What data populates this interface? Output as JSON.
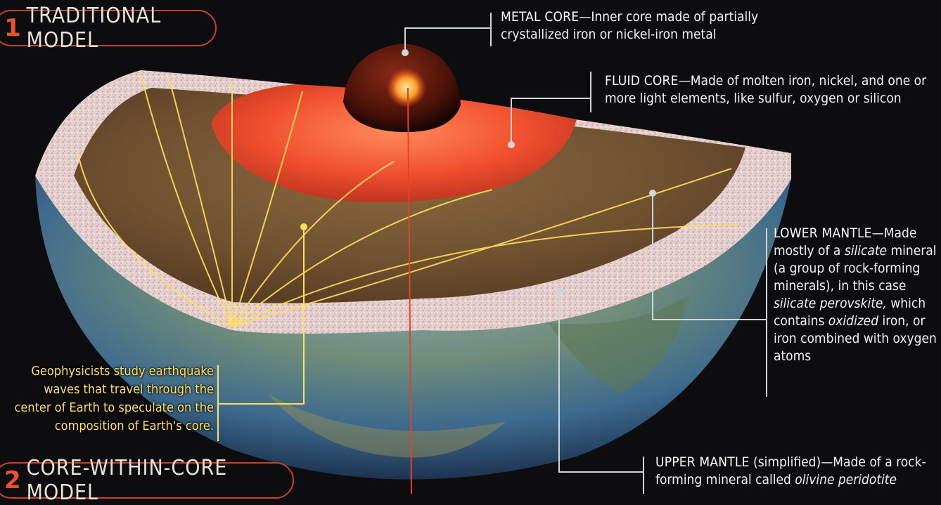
{
  "model1": {
    "number": "1",
    "title": "TRADITIONAL MODEL"
  },
  "model2": {
    "number": "2",
    "title": "CORE-WITHIN-CORE MODEL"
  },
  "labels": {
    "metal_core": {
      "name": "METAL CORE",
      "text": "—Inner core made of partially crystallized iron or nickel-iron metal"
    },
    "fluid_core": {
      "name": "FLUID CORE",
      "text": "—Made of molten iron, nickel, and one or more light elements, like sulfur, oxygen or silicon"
    },
    "lower_mantle": {
      "name": "LOWER MANTLE",
      "t1": "—Made mostly of a ",
      "e1": "silicate",
      "t2": " mineral (a group of rock-forming minerals), in this case ",
      "e2": "silicate perovskite,",
      "t3": " which contains ",
      "e3": "oxidized",
      "t4": " iron, or iron combined with oxygen atoms"
    },
    "upper_mantle": {
      "name": "UPPER MANTLE",
      "t1": " (simplified)—Made of a rock-forming mineral called ",
      "e1": "olivine peridotite"
    },
    "quake_caption": "Geophysicists study earthquake waves that travel through the center of Earth to speculate on the composition of Earth's core."
  },
  "colors": {
    "accent": "#c8402e",
    "callout_line": "#cfd6d8",
    "wave_line": "#ffe05a",
    "core_red": "#e8402a"
  },
  "icons": [
    "inner-core-hemisphere",
    "earth-cutaway"
  ]
}
